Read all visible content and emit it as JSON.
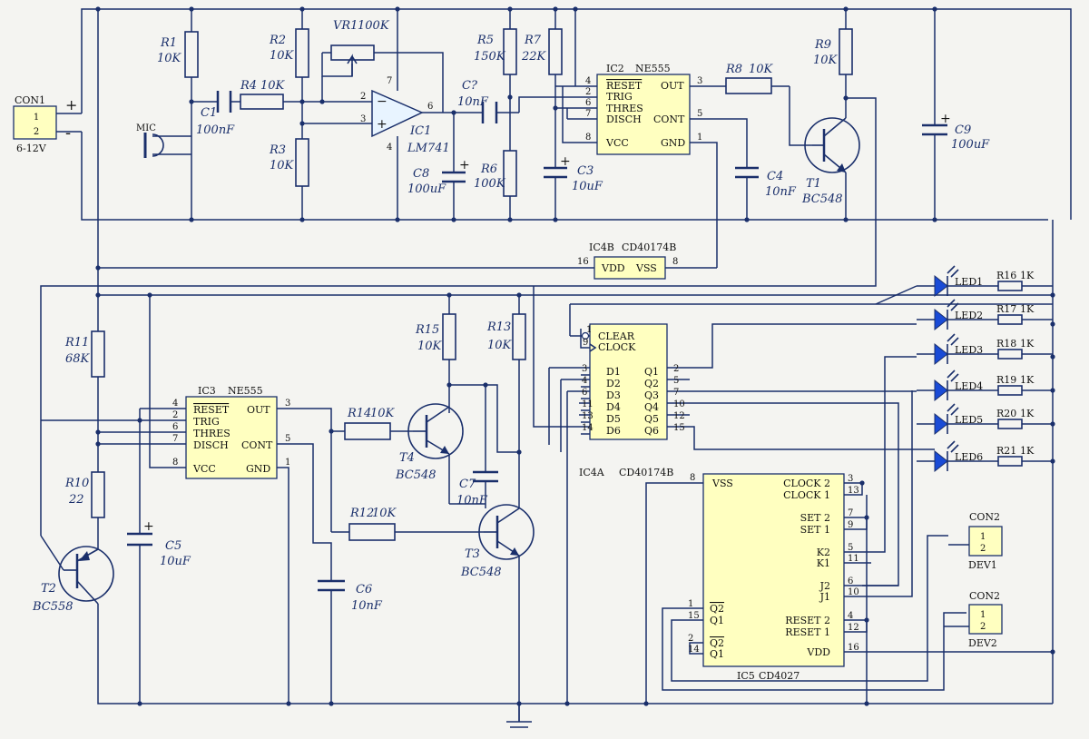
{
  "con1": {
    "name": "CON1",
    "p1": "1",
    "p2": "2",
    "voltage": "6-12V",
    "plus": "+",
    "minus": "-"
  },
  "mic": "MIC",
  "r1": {
    "ref": "R1",
    "val": "10K"
  },
  "r2": {
    "ref": "R2",
    "val": "10K"
  },
  "r3": {
    "ref": "R3",
    "val": "10K"
  },
  "r4": {
    "ref": "R4",
    "val": "10K"
  },
  "vr1": {
    "ref": "VR1",
    "val": "100K"
  },
  "c1": {
    "ref": "C1",
    "val": "100nF"
  },
  "ic1": {
    "ref": "IC1",
    "type": "LM741",
    "pins": [
      "2",
      "3",
      "6",
      "7",
      "4"
    ]
  },
  "cq": {
    "ref": "C?",
    "val": "10nF"
  },
  "c8": {
    "ref": "C8",
    "val": "100uF"
  },
  "r5": {
    "ref": "R5",
    "val": "150K"
  },
  "r6": {
    "ref": "R6",
    "val": "100K"
  },
  "r7": {
    "ref": "R7",
    "val": "22K"
  },
  "c3": {
    "ref": "C3",
    "val": "10uF"
  },
  "ic2": {
    "ref": "IC2",
    "type": "NE555"
  },
  "ne555_pins": {
    "reset": "RESET",
    "trig": "TRIG",
    "thres": "THRES",
    "disch": "DISCH",
    "vcc": "VCC",
    "out": "OUT",
    "cont": "CONT",
    "gnd": "GND"
  },
  "ic2_pin_nums": {
    "reset": "4",
    "trig": "2",
    "thres": "6",
    "disch": "7",
    "vcc": "8",
    "out": "3",
    "cont": "5",
    "gnd": "1"
  },
  "r8": {
    "ref": "R8",
    "val": "10K"
  },
  "c4": {
    "ref": "C4",
    "val": "10nF"
  },
  "r9": {
    "ref": "R9",
    "val": "10K"
  },
  "t1": {
    "ref": "T1",
    "type": "BC548"
  },
  "c9": {
    "ref": "C9",
    "val": "100uF"
  },
  "ic4b": {
    "ref": "IC4B",
    "type": "CD40174B",
    "vdd": "VDD",
    "vss": "VSS",
    "pin_vdd": "16",
    "pin_vss": "8"
  },
  "r11": {
    "ref": "R11",
    "val": "68K"
  },
  "r10": {
    "ref": "R10",
    "val": "22"
  },
  "t2": {
    "ref": "T2",
    "type": "BC558"
  },
  "c5": {
    "ref": "C5",
    "val": "10uF"
  },
  "ic3": {
    "ref": "IC3",
    "type": "NE555"
  },
  "ic3_pin_nums": {
    "reset": "4",
    "trig": "2",
    "thres": "6",
    "disch": "7",
    "vcc": "8",
    "out": "3",
    "cont": "5",
    "gnd": "1"
  },
  "r14": {
    "ref": "R14",
    "val": "10K"
  },
  "r12": {
    "ref": "R12",
    "val": "10K"
  },
  "c6": {
    "ref": "C6",
    "val": "10nF"
  },
  "r15": {
    "ref": "R15",
    "val": "10K"
  },
  "r13": {
    "ref": "R13",
    "val": "10K"
  },
  "t4": {
    "ref": "T4",
    "type": "BC548"
  },
  "t3": {
    "ref": "T3",
    "type": "BC548"
  },
  "c7": {
    "ref": "C7",
    "val": "10nF"
  },
  "ic4a": {
    "ref": "IC4A",
    "type": "CD40174B",
    "clear": "CLEAR",
    "clock": "CLOCK",
    "pin_clear": "1",
    "pin_clock": "9",
    "d": [
      {
        "n": "3",
        "l": "D1"
      },
      {
        "n": "4",
        "l": "D2"
      },
      {
        "n": "6",
        "l": "D3"
      },
      {
        "n": "11",
        "l": "D4"
      },
      {
        "n": "13",
        "l": "D5"
      },
      {
        "n": "14",
        "l": "D6"
      }
    ],
    "q": [
      {
        "n": "2",
        "l": "Q1"
      },
      {
        "n": "5",
        "l": "Q2"
      },
      {
        "n": "7",
        "l": "Q3"
      },
      {
        "n": "10",
        "l": "Q4"
      },
      {
        "n": "12",
        "l": "Q5"
      },
      {
        "n": "15",
        "l": "Q6"
      }
    ]
  },
  "leds": [
    {
      "ref": "LED1",
      "r": "R16",
      "rv": "1K"
    },
    {
      "ref": "LED2",
      "r": "R17",
      "rv": "1K"
    },
    {
      "ref": "LED3",
      "r": "R18",
      "rv": "1K"
    },
    {
      "ref": "LED4",
      "r": "R19",
      "rv": "1K"
    },
    {
      "ref": "LED5",
      "r": "R20",
      "rv": "1K"
    },
    {
      "ref": "LED6",
      "r": "R21",
      "rv": "1K"
    }
  ],
  "ic5": {
    "ref": "IC5",
    "type": "CD4027",
    "left": [
      {
        "n": "1",
        "l": "Q2"
      },
      {
        "n": "15",
        "l": "Q1"
      },
      {
        "n": "2",
        "l": "Q2"
      },
      {
        "n": "14",
        "l": "Q1"
      }
    ],
    "right": [
      {
        "n": "3",
        "l": "CLOCK 2"
      },
      {
        "n": "13",
        "l": "CLOCK 1"
      },
      {
        "n": "7",
        "l": "SET 2"
      },
      {
        "n": "9",
        "l": "SET 1"
      },
      {
        "n": "5",
        "l": "K2"
      },
      {
        "n": "11",
        "l": "K1"
      },
      {
        "n": "6",
        "l": "J2"
      },
      {
        "n": "10",
        "l": "J1"
      },
      {
        "n": "4",
        "l": "RESET 2"
      },
      {
        "n": "12",
        "l": "RESET 1"
      },
      {
        "n": "16",
        "l": "VDD"
      }
    ],
    "vss": "VSS",
    "pin_vss": "8"
  },
  "con2a": {
    "name": "CON2",
    "p1": "1",
    "p2": "2",
    "dev": "DEV1"
  },
  "con2b": {
    "name": "CON2",
    "p1": "1",
    "p2": "2",
    "dev": "DEV2"
  }
}
